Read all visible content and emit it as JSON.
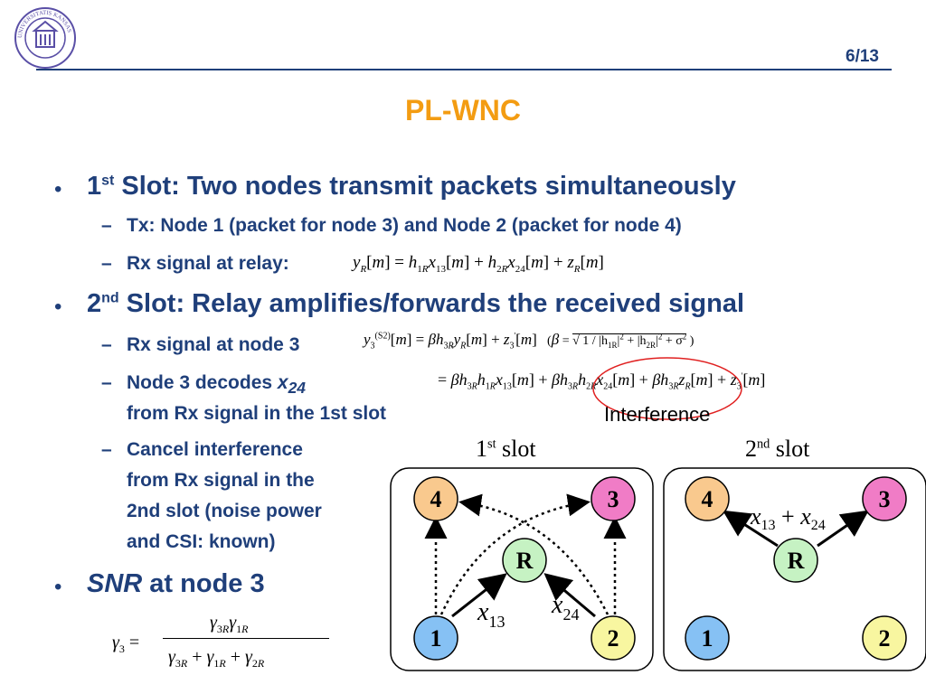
{
  "slide": {
    "page": "6/13",
    "title": "PL-WNC",
    "logo_text": "UNIVERSITATIS KANSAS"
  },
  "bullets": {
    "b1_prefix": "1",
    "b1_sup": "st",
    "b1_rest": " Slot: Two nodes transmit packets simultaneously",
    "b1_sub1": "Tx: Node 1 (packet for node 3) and Node 2 (packet for node 4)",
    "b1_sub2": "Rx signal at relay:",
    "b2_prefix": "2",
    "b2_sup": "nd",
    "b2_rest": " Slot: Relay amplifies/forwards the received signal",
    "b2_sub1": "Rx signal at node 3",
    "b2_sub2_a": "Node 3 decodes ",
    "b2_sub2_var": "x",
    "b2_sub2_subscript": "24",
    "b2_sub2_b": "from Rx signal in the 1st slot",
    "b2_sub3_a": "Cancel interference",
    "b2_sub3_b": "from Rx signal in the",
    "b2_sub3_c": "2nd slot (noise power",
    "b2_sub3_d": "and CSI: known)",
    "b3_var": "SNR",
    "b3_rest": " at node 3"
  },
  "equations": {
    "relay_rx": "y_R[m] = h_1R x_13[m] + h_2R x_24[m] + z_R[m]",
    "node3_rx": "y_3^(S2)[m] = βh_3R y_R[m] + z'_3[m]   (β = 1/√(|h_1R|² + |h_2R|² + σ²))",
    "node3_expanded": "= βh_3R h_1R x_13[m] + βh_3R h_2R x_24[m] + βh_3R z_R[m] + z'_3[m]",
    "snr": "γ_3 = γ_3R γ_1R / (γ_3R + γ_1R + γ_2R)"
  },
  "annotations": {
    "interference": "Interference"
  },
  "diagram": {
    "slot1_label_num": "1",
    "slot1_label_sup": "st",
    "slot1_label_word": " slot",
    "slot2_label_num": "2",
    "slot2_label_sup": "nd",
    "slot2_label_word": " slot",
    "node_4": "4",
    "node_3": "3",
    "node_R": "R",
    "node_1": "1",
    "node_2": "2",
    "x13_var": "x",
    "x13_sub": "13",
    "x24_var": "x",
    "x24_sub": "24",
    "sum_label": "x13 + x24",
    "colors": {
      "node4": "#f9c98e",
      "node3": "#f07cc6",
      "nodeR": "#c6f2c3",
      "node1": "#86c1f4",
      "node2": "#f8f6a0"
    }
  }
}
